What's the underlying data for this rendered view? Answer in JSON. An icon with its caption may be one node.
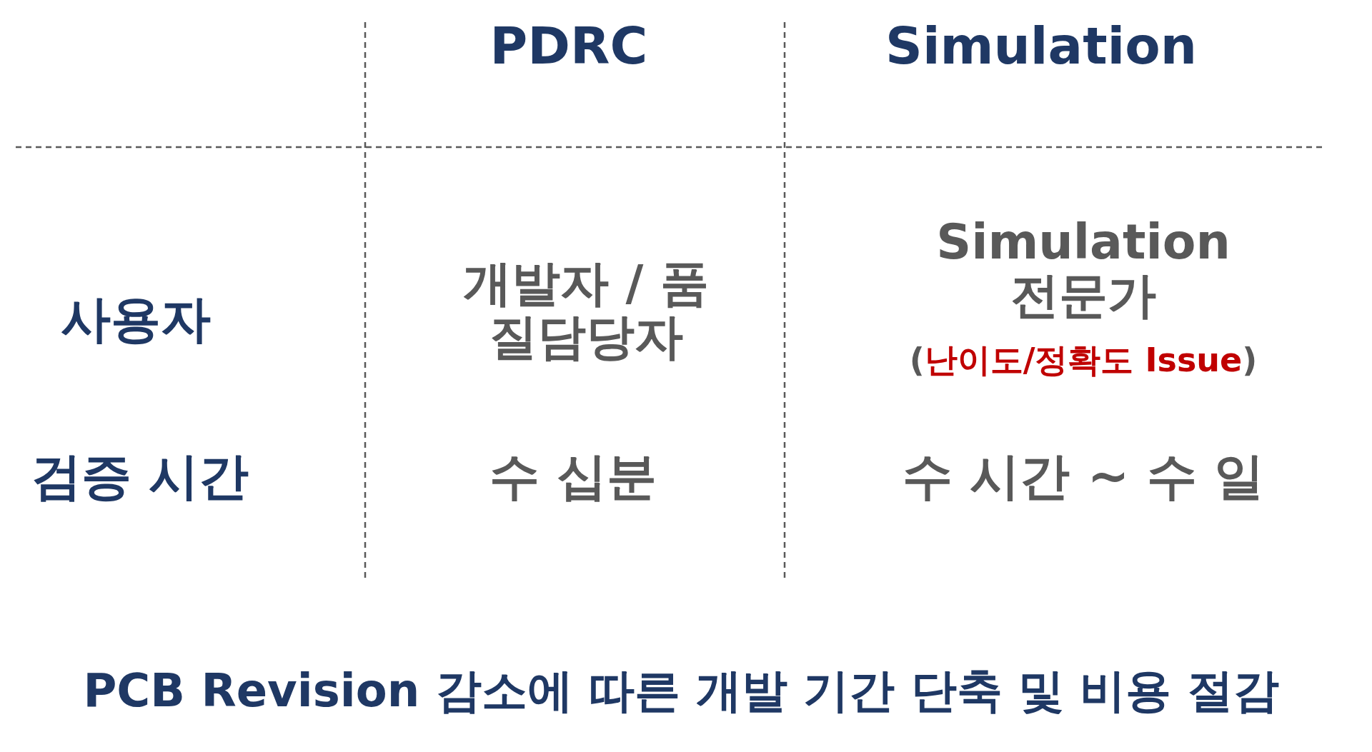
{
  "diagram": {
    "caption": "PCB Revision 감소에 따른 개발 기간 단축 및 비용 절감",
    "labels": [
      "PDRC",
      "Simulation",
      "사용자",
      "개발자 / 품질담당자",
      "Simulation 전문가",
      "(난이도/정확도 Issue)",
      "검증 시간",
      "수 십분",
      "수 시간 ~ 수 일"
    ]
  }
}
